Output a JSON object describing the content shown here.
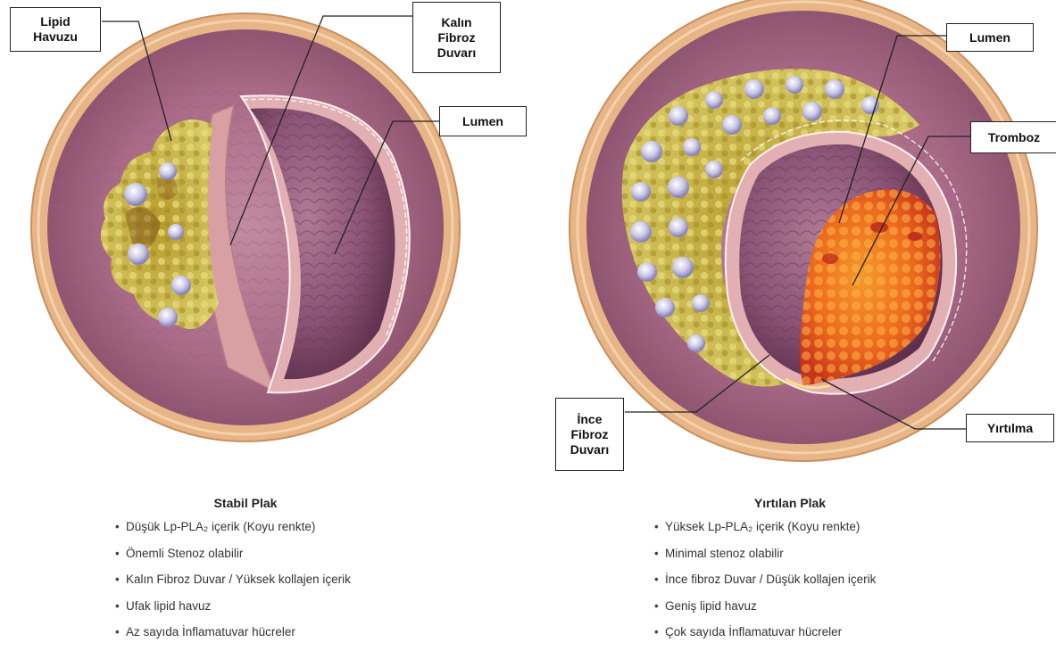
{
  "colors": {
    "adventitia": "#e7b586",
    "media": "#a86a86",
    "intima": "#e2b0b2",
    "lipid": "#c9b74a",
    "lumen": "#7d4566",
    "thrombus": "#e8561f",
    "line": "#222222"
  },
  "left": {
    "labels": {
      "lipid_pool": "Lipid\nHavuzu",
      "thick_fibrous_cap": "Kalın\nFibroz\nDuvarı",
      "lumen": "Lumen"
    },
    "caption": {
      "title": "Stabil Plak",
      "items": [
        "Düşük Lp-PLA₂ içerik (Koyu renkte)",
        "Önemli Stenoz olabilir",
        "Kalın Fibroz Duvar / Yüksek kollajen içerik",
        "Ufak lipid havuz",
        "Az sayıda İnflamatuvar hücreler"
      ]
    }
  },
  "right": {
    "labels": {
      "lumen": "Lumen",
      "thrombus": "Tromboz",
      "thin_fibrous_cap": "İnce\nFibroz\nDuvarı",
      "rupture": "Yırtılma"
    },
    "caption": {
      "title": "Yırtılan Plak",
      "items": [
        "Yüksek Lp-PLA₂ içerik (Koyu renkte)",
        "Minimal stenoz olabilir",
        "İnce fibroz Duvar / Düşük kollajen içerik",
        "Geniş lipid havuz",
        "Çok sayıda İnflamatuvar hücreler"
      ]
    }
  }
}
